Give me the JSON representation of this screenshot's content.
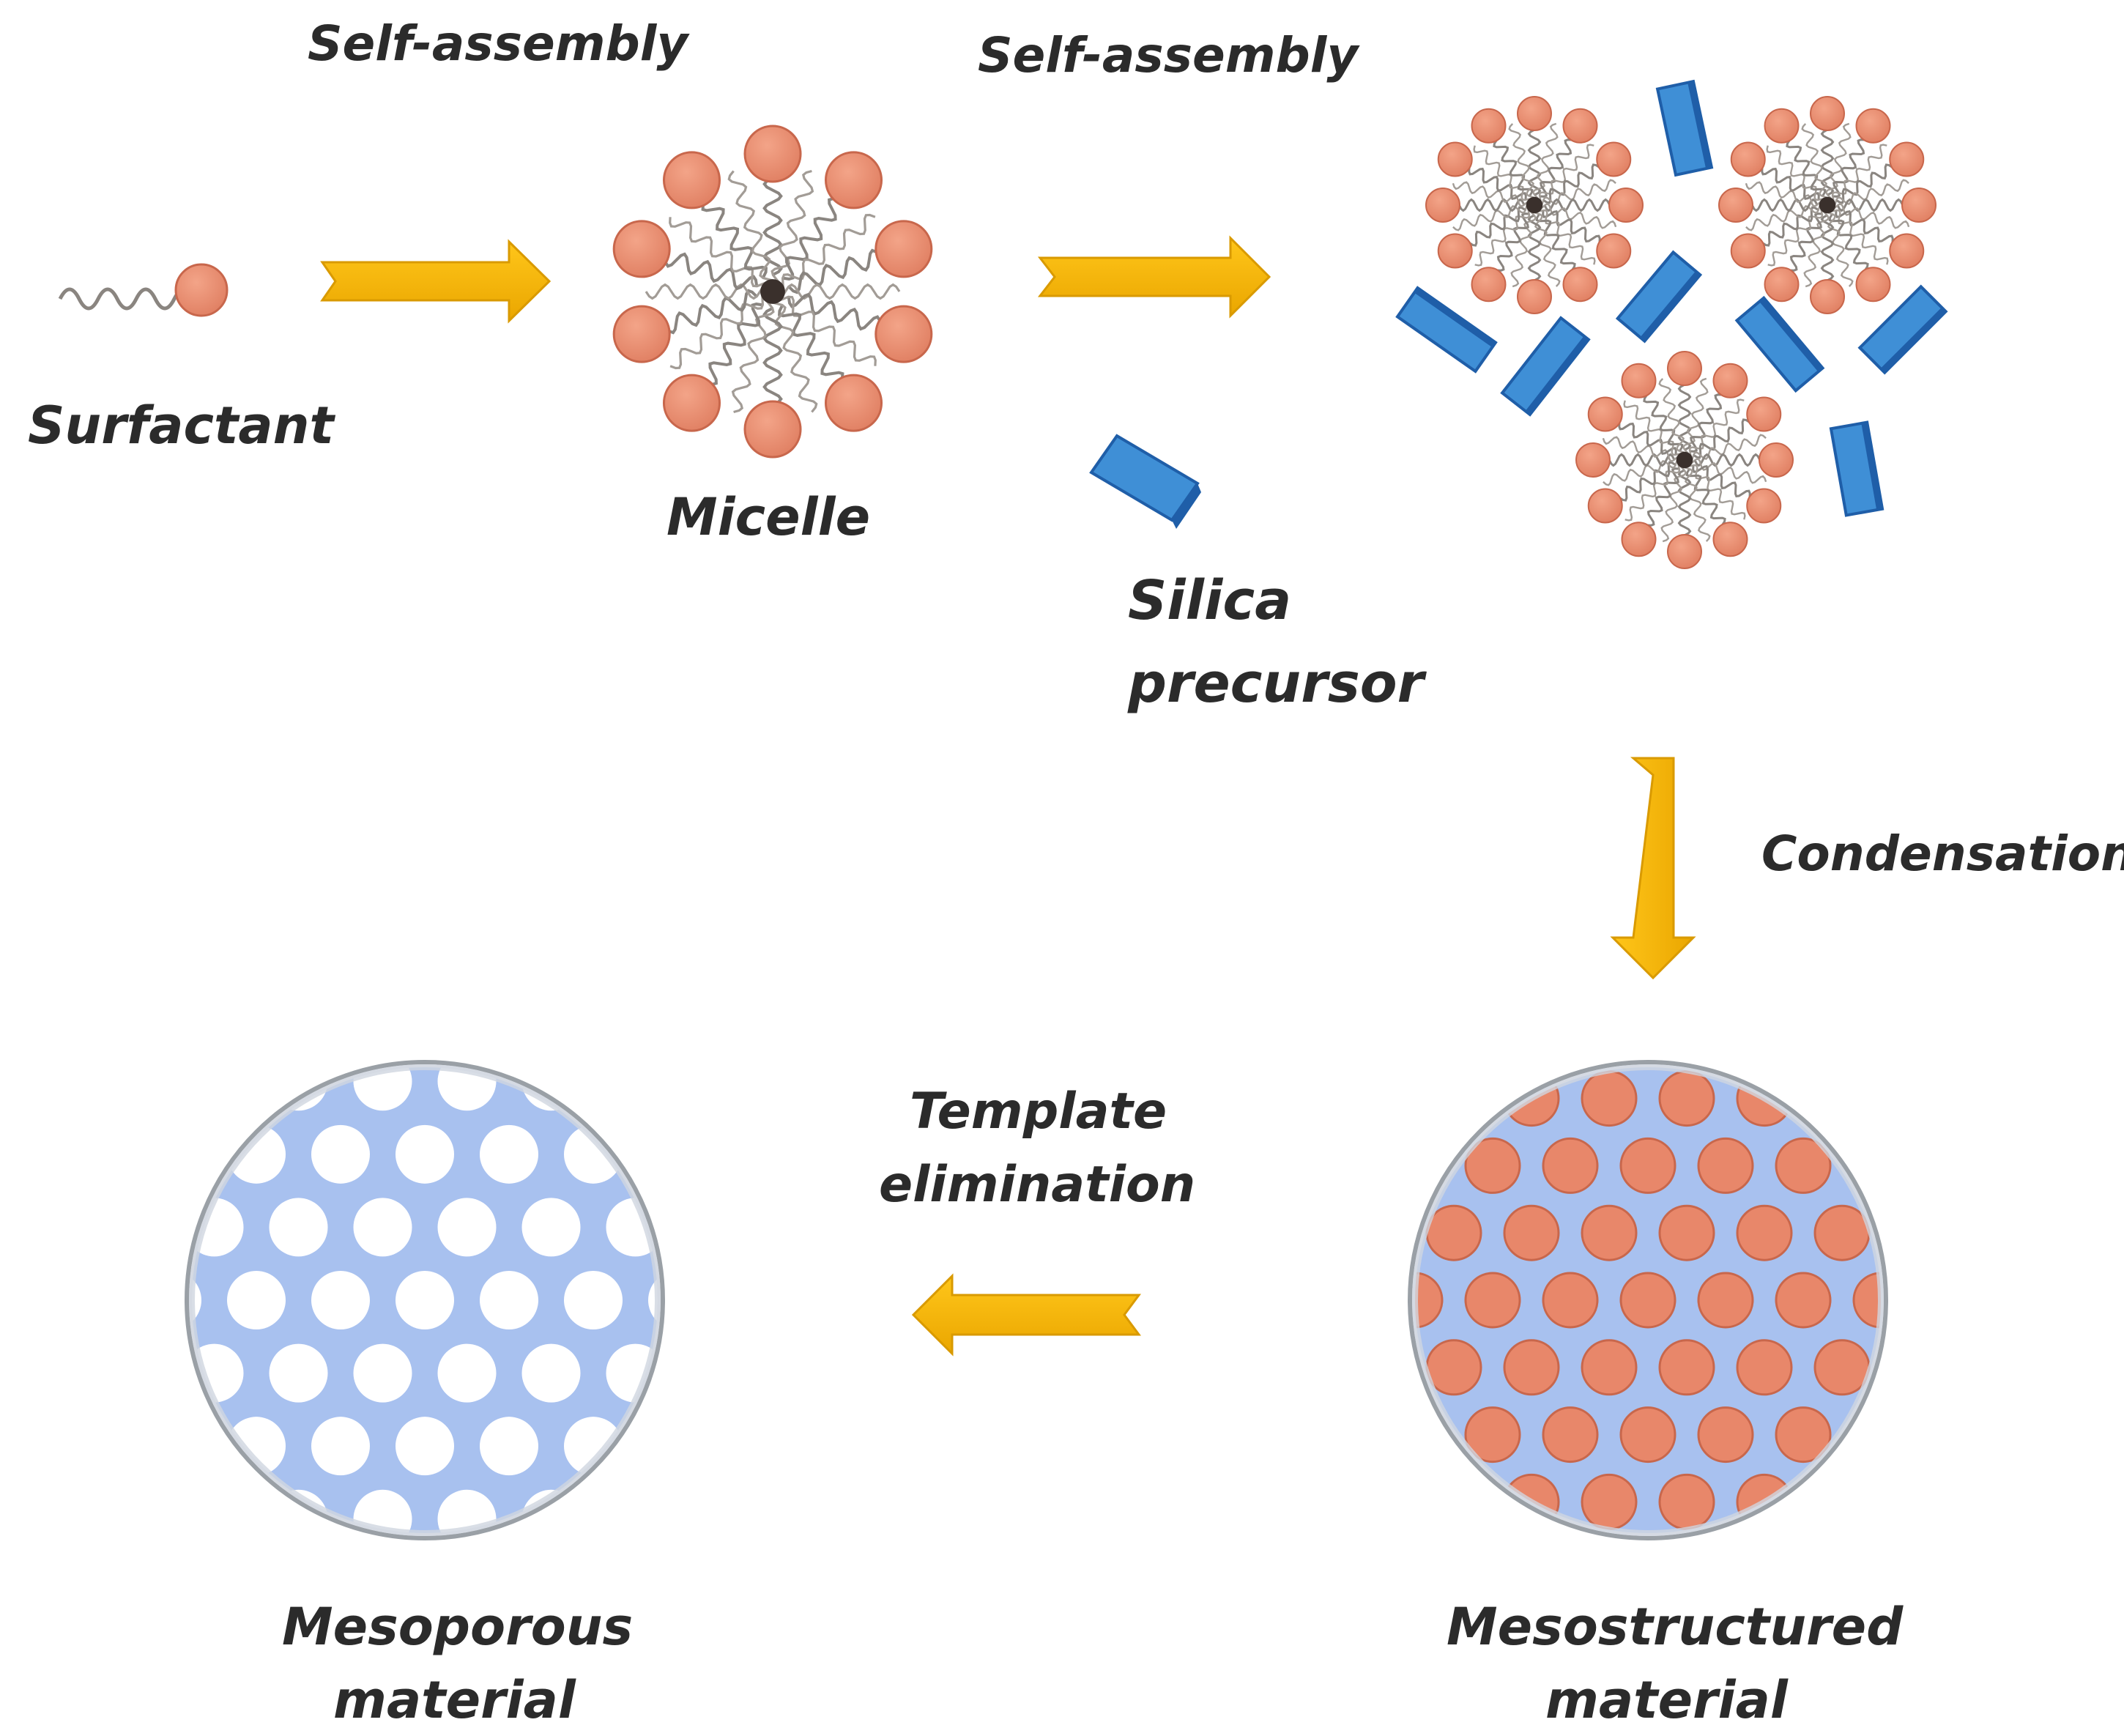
{
  "labels": {
    "self_assembly_1": "Self-assembly",
    "self_assembly_2": "Self-assembly",
    "surfactant": "Surfactant",
    "micelle": "Micelle",
    "silica_line1": "Silica",
    "silica_line2": "precursor",
    "condensation": "Condensation",
    "template_line1": "Template",
    "template_line2": "elimination",
    "mesoporous_line1": "Mesoporous",
    "mesoporous_line2": "material",
    "mesostructured_line1": "Mesostructured",
    "mesostructured_line2": "material"
  },
  "colors": {
    "surfactant_head": "#e8876a",
    "surfactant_head_edge": "#c8674c",
    "tail": "#8a8580",
    "arrow": "#f2b400",
    "arrow_edge": "#d99a00",
    "silica": "#3f8fd6",
    "silica_dark": "#1f5ea8",
    "matrix": "#a8c1ef",
    "pore": "#ffffff",
    "text": "#2b2b2b"
  },
  "icons": {
    "arrow_style": "notched-block-arrow",
    "silica_style": "blue-slab"
  }
}
